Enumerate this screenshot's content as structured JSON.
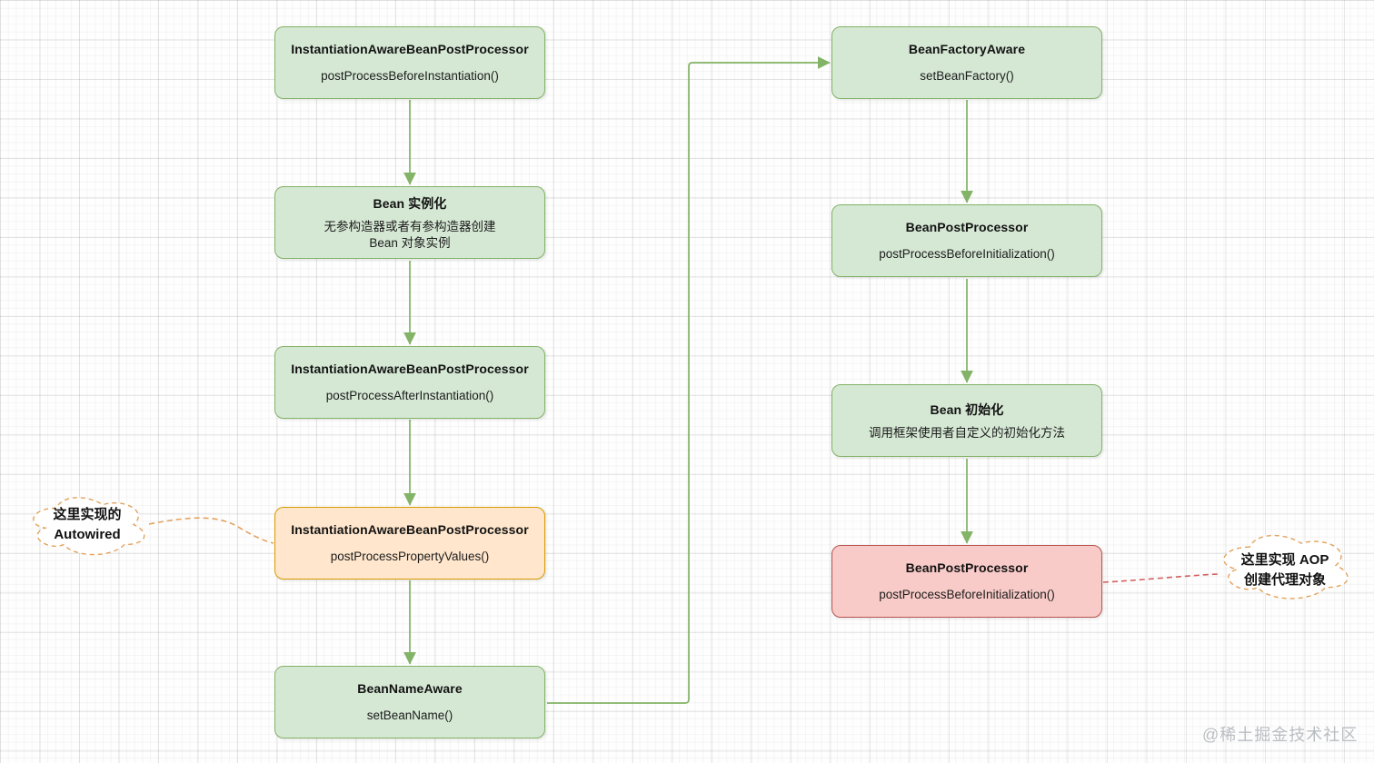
{
  "diagram": {
    "nodes": [
      {
        "title": "InstantiationAwareBeanPostProcessor",
        "subtitle": "postProcessBeforeInstantiation()",
        "style": "green"
      },
      {
        "title": "Bean 实例化",
        "subtitle": "无参构造器或者有参构造器创建\nBean 对象实例",
        "style": "green"
      },
      {
        "title": "InstantiationAwareBeanPostProcessor",
        "subtitle": "postProcessAfterInstantiation()",
        "style": "green"
      },
      {
        "title": "InstantiationAwareBeanPostProcessor",
        "subtitle": "postProcessPropertyValues()",
        "style": "orange"
      },
      {
        "title": "BeanNameAware",
        "subtitle": "setBeanName()",
        "style": "green"
      },
      {
        "title": "BeanFactoryAware",
        "subtitle": "setBeanFactory()",
        "style": "green"
      },
      {
        "title": "BeanPostProcessor",
        "subtitle": "postProcessBeforeInitialization()",
        "style": "green"
      },
      {
        "title": "Bean 初始化",
        "subtitle": "调用框架使用者自定义的初始化方法",
        "style": "green"
      },
      {
        "title": "BeanPostProcessor",
        "subtitle": "postProcessBeforeInitialization()",
        "style": "red"
      }
    ],
    "notes": [
      {
        "text": "这里实现的\nAutowired"
      },
      {
        "text": "这里实现 AOP\n创建代理对象"
      }
    ],
    "watermark": "@稀土掘金技术社区",
    "colors": {
      "green-fill": "#d5e8d4",
      "green-border": "#82b366",
      "orange-fill": "#ffe6cc",
      "orange-border": "#d79b00",
      "red-fill": "#f8cbc8",
      "red-border": "#b85450",
      "arrow": "#82b366",
      "note-orange": "#e2a25e",
      "note-red": "#d36161",
      "watermark": "#b9bdc2"
    }
  }
}
